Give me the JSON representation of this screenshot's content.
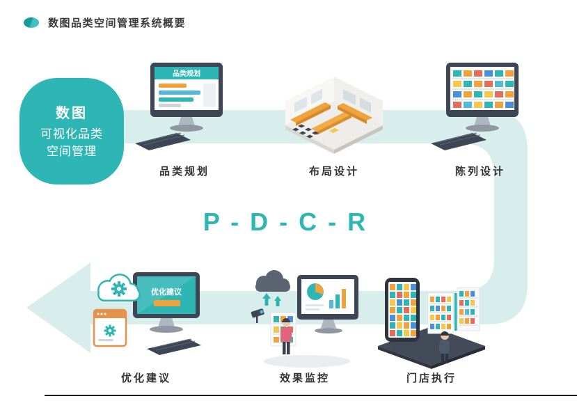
{
  "header": {
    "bullet_icon": "teal-dot-icon",
    "title": "数图品类空间管理系统概要"
  },
  "hero_blob": {
    "title": "数图",
    "subtitle_line1": "可视化品类",
    "subtitle_line2": "空间管理"
  },
  "cycle": {
    "center_label": "P - D - C - R"
  },
  "stations": {
    "top": [
      {
        "label": "品类规划",
        "screen_text": "品类规划",
        "icon": "monitor-planning-icon"
      },
      {
        "label": "布局设计",
        "icon": "store-layout-icon"
      },
      {
        "label": "陈列设计",
        "icon": "monitor-planogram-icon"
      }
    ],
    "bottom": [
      {
        "label": "优化建议",
        "screen_text": "优化建议",
        "icon": "cloud-gear-monitor-icon"
      },
      {
        "label": "效果监控",
        "icon": "monitor-charts-person-icon"
      },
      {
        "label": "门店执行",
        "icon": "phone-store-shelves-icon"
      }
    ]
  },
  "colors": {
    "accent_teal": "#2eb6b4",
    "band_light_teal": "#d8eeed",
    "orange": "#f0a23c",
    "dark_slate": "#3e4554",
    "label_dark": "#333333"
  }
}
